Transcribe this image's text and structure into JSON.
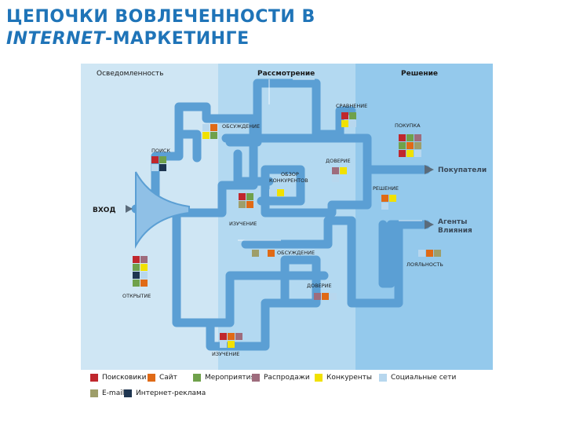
{
  "title": {
    "line1": "ЦЕПОЧКИ ВОВЛЕЧЕННОСТИ В",
    "line2_italic": "INTERNET",
    "line2_rest": "-МАРКЕТИНГЕ"
  },
  "stages": [
    {
      "label": "Осведомленность",
      "color": "#cfe6f4"
    },
    {
      "label": "Рассмотрение",
      "color": "#b3d9f1"
    },
    {
      "label": "Решение",
      "color": "#94c9ec"
    }
  ],
  "pipe_color": "#5b9fd4",
  "entry_label": "ВХОД",
  "outputs": [
    {
      "label": "Покупатели"
    },
    {
      "label": "Агенты Влияния"
    }
  ],
  "nodes": [
    {
      "label": "ПОИСК",
      "squares": [
        "#c0272d",
        "#6fa14b",
        "#b7d7ee",
        "#1e3550"
      ]
    },
    {
      "label": "ОБСУЖДЕНИЕ",
      "squares": [
        "#b7d7ee",
        "#e06a16",
        "#f1e100",
        "#6fa14b"
      ]
    },
    {
      "label": "СРАВНЕНИЕ",
      "squares": [
        "#c0272d",
        "#6fa14b",
        "#f1e100",
        "#b7d7ee"
      ]
    },
    {
      "label": "ПОКУПКА",
      "squares": [
        "#c0272d",
        "#6fa14b",
        "#9e6c7d",
        "#6fa14b",
        "#e06a16",
        "#9e9e6a",
        "#c0272d",
        "#f1e100",
        "#b7d7ee"
      ]
    },
    {
      "label": "ОБЗОР КОНКУРЕНТОВ",
      "squares": [
        "#b7d7ee",
        "#f1e100"
      ]
    },
    {
      "label": "ДОВЕРИЕ",
      "squares": [
        "#9e6c7d",
        "#f1e100",
        "#b7d7ee"
      ]
    },
    {
      "label": "РЕШЕНИЕ",
      "squares": [
        "#e06a16",
        "#f1e100",
        "#b7d7ee"
      ]
    },
    {
      "label": "ИЗУЧЕНИЕ",
      "squares": [
        "#c0272d",
        "#6fa14b",
        "#9e9e6a",
        "#e06a16"
      ]
    },
    {
      "label": "ОБСУЖДЕНИЕ",
      "squares": [
        "#9e9e6a",
        "#b7d7ee",
        "#e06a16"
      ]
    },
    {
      "label": "ЛОЯЛЬНОСТЬ",
      "squares": [
        "#b7d7ee",
        "#e06a16",
        "#9e9e6a"
      ]
    },
    {
      "label": "ОТКРЫТИЕ",
      "squares": [
        "#c0272d",
        "#9e6c7d",
        "#6fa14b",
        "#f1e100",
        "#1e3550",
        "#b7d7ee",
        "#6fa14b",
        "#e06a16"
      ]
    },
    {
      "label": "ДОВЕРИЕ",
      "squares": [
        "#9e6c7d",
        "#e06a16",
        "#b7d7ee"
      ]
    },
    {
      "label": "ИЗУЧЕНИЕ",
      "squares": [
        "#c0272d",
        "#e06a16",
        "#9e6c7d",
        "#b7d7ee",
        "#f1e100"
      ]
    }
  ],
  "legend": [
    {
      "label": "Поисковики",
      "color": "#c0272d"
    },
    {
      "label": "Сайт",
      "color": "#e06a16"
    },
    {
      "label": "Мероприятия",
      "color": "#6fa14b"
    },
    {
      "label": "Распродажи",
      "color": "#9e6c7d"
    },
    {
      "label": "Конкуренты",
      "color": "#f1e100"
    },
    {
      "label": "Социальные сети",
      "color": "#b7d7ee"
    },
    {
      "label": "E-mail",
      "color": "#9e9e6a"
    },
    {
      "label": "Интернет-реклама",
      "color": "#1e3550"
    }
  ]
}
